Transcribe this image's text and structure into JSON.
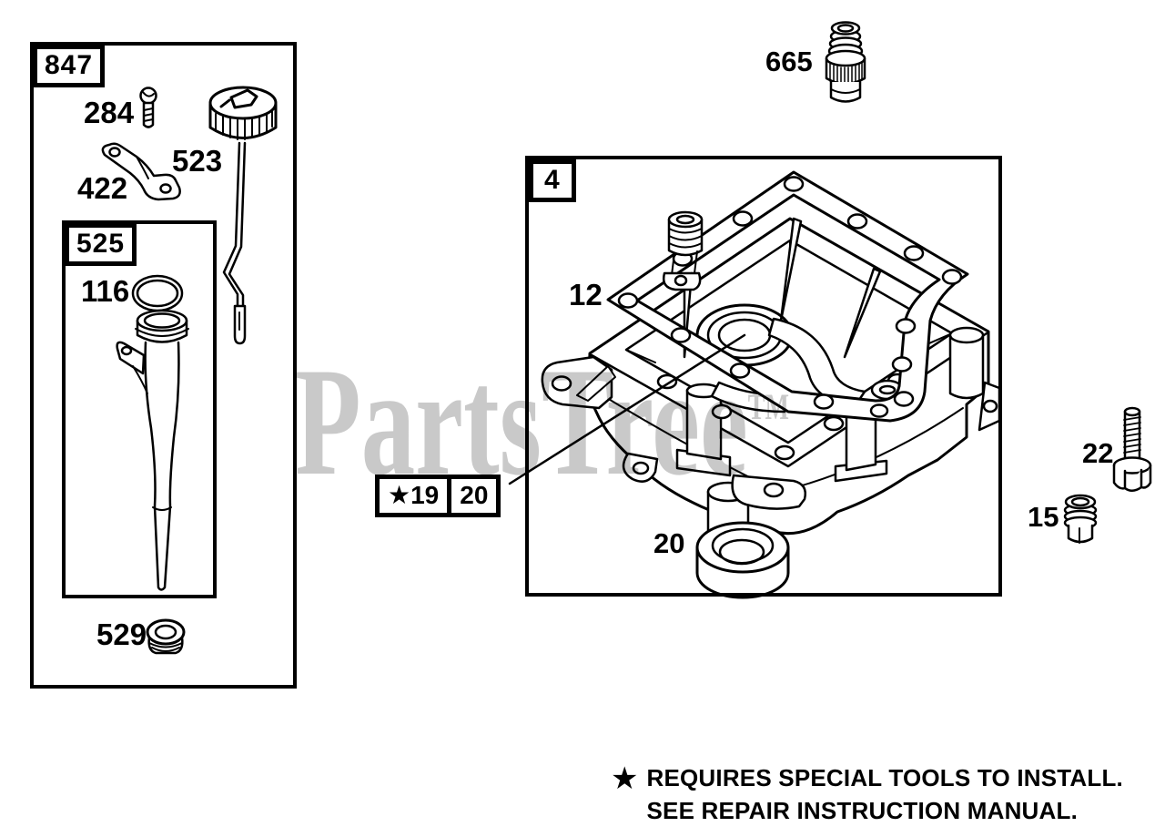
{
  "colors": {
    "line": "#000000",
    "background": "#ffffff",
    "watermark": "#c9c9c9"
  },
  "watermark": {
    "text": "PartsTree",
    "tm": "TM"
  },
  "group_boxes": {
    "box847_label": "847",
    "box525_label": "525",
    "box4_label": "4"
  },
  "part_labels": {
    "p284": "284",
    "p523": "523",
    "p422": "422",
    "p116": "116",
    "p529": "529",
    "p665": "665",
    "p12": "12",
    "p20": "20",
    "p22": "22",
    "p15": "15"
  },
  "callout": {
    "cell1": "★19",
    "cell2": "20"
  },
  "footer": {
    "star": "★",
    "line1": "REQUIRES SPECIAL TOOLS TO INSTALL.",
    "line2": "SEE REPAIR INSTRUCTION MANUAL."
  }
}
